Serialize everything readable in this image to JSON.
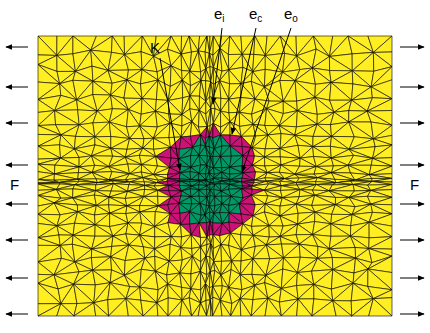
{
  "diagram": {
    "labels": [
      "K",
      "ei",
      "ec",
      "eo",
      "F",
      "F"
    ]
  }
}
